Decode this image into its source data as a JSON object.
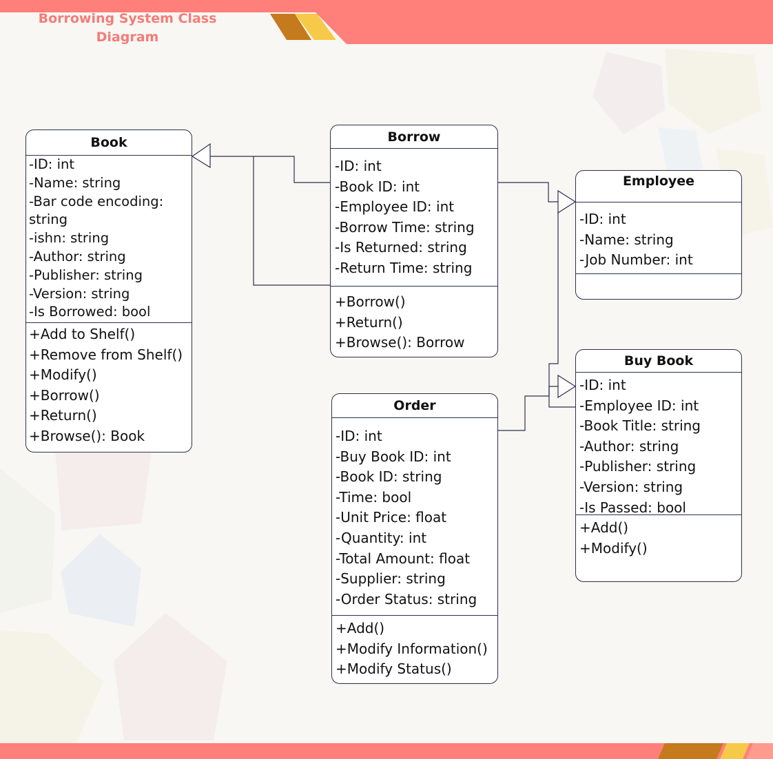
{
  "title": {
    "line1": "Borrowing System Class",
    "line2": "Diagram"
  },
  "colors": {
    "banner": "#ff7f7a",
    "stripe_dark": "#c57a1d",
    "stripe_light": "#f7c948",
    "title_text": "#f47c78",
    "border": "#2c2f4a"
  },
  "classes": {
    "book": {
      "name": "Book",
      "attributes": [
        "-ID: int",
        "-Name: string",
        "-Bar code encoding:",
        "string",
        "-ishn: string",
        "-Author: string",
        "-Publisher: string",
        "-Version: string",
        "-Is Borrowed: bool"
      ],
      "operations": [
        "+Add to Shelf()",
        "+Remove from Shelf()",
        "+Modify()",
        "+Borrow()",
        "+Return()",
        "+Browse(): Book"
      ]
    },
    "borrow": {
      "name": "Borrow",
      "attributes": [
        "-ID: int",
        "-Book ID: int",
        "-Employee ID: int",
        "-Borrow Time: string",
        "-Is Returned: string",
        "-Return Time: string"
      ],
      "operations": [
        "+Borrow()",
        "+Return()",
        "+Browse(): Borrow"
      ]
    },
    "employee": {
      "name": "Employee",
      "attributes": [
        "-ID: int",
        "-Name: string",
        "-Job Number: int"
      ],
      "operations": []
    },
    "buy_book": {
      "name": "Buy Book",
      "attributes": [
        "-ID: int",
        "-Employee ID: int",
        "-Book Title: string",
        "-Author: string",
        "-Publisher: string",
        "-Version: string",
        "-Is Passed: bool"
      ],
      "operations": [
        "+Add()",
        "+Modify()"
      ]
    },
    "order": {
      "name": "Order",
      "attributes": [
        "-ID: int",
        "-Buy Book ID: int",
        "-Book ID: string",
        "-Time: bool",
        "-Unit Price: float",
        "-Quantity: int",
        "-Total Amount: float",
        "-Supplier: string",
        "-Order Status: string"
      ],
      "operations": [
        "+Add()",
        "+Modify Information()",
        "+Modify Status()"
      ]
    }
  }
}
